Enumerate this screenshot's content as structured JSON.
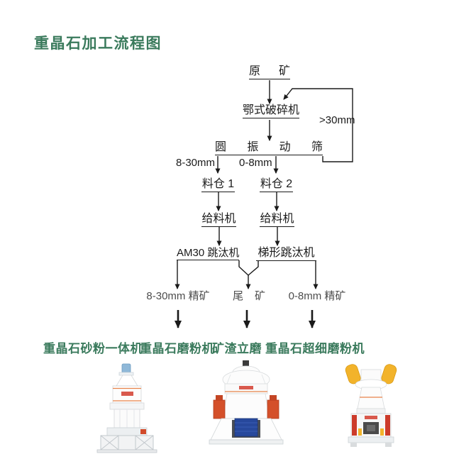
{
  "page": {
    "title": "重晶石加工流程图"
  },
  "flowchart": {
    "raw_ore": "原 矿",
    "jaw_crusher": "鄂式破碎机",
    "vibrating_screen": "圆 振 动 筛",
    "oversize_label": ">30mm",
    "branch_left_label": "8-30mm",
    "branch_right_label": "0-8mm",
    "hopper_1": "料仓 1",
    "hopper_2": "料仓 2",
    "feeder_left": "给料机",
    "feeder_right": "给料机",
    "jig_am30": "AM30 跳汰机",
    "jig_trapezoid": "梯形跳汰机",
    "output_left": "8-30mm 精矿",
    "output_mid": "尾 矿",
    "output_right": "0-8mm 精矿"
  },
  "products": [
    {
      "label": "重晶石砂粉一体机"
    },
    {
      "label": "重晶石磨粉机"
    },
    {
      "label": "矿渣立磨"
    },
    {
      "label": "重晶石超细磨粉机"
    }
  ],
  "machine_images": [
    {
      "name": "raymond-grinding-mill-photo"
    },
    {
      "name": "vertical-roller-mill-photo"
    },
    {
      "name": "ultrafine-grinding-mill-photo"
    }
  ],
  "colors": {
    "accent_green": "#3a7a5c",
    "line_color": "#1a1a1a",
    "machine_orange": "#e8834a",
    "machine_red": "#d4502a",
    "machine_blue": "#27489c",
    "machine_yellow": "#f2b32b"
  }
}
